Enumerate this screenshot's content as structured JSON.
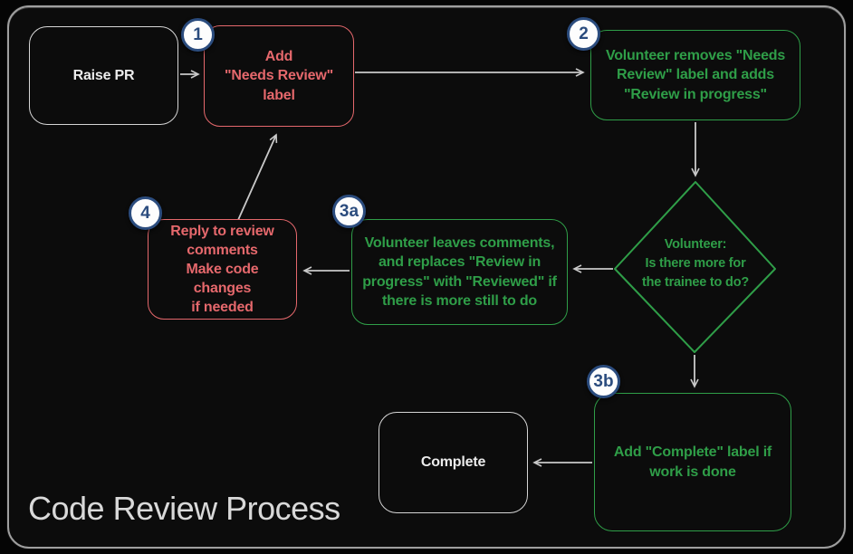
{
  "title": "Code Review Process",
  "colors": {
    "red": "#e5686c",
    "green": "#2f9e48",
    "badge_blue": "#2b4c7e",
    "arrow": "#c9c9c9"
  },
  "nodes": {
    "raise_pr": {
      "label": "Raise PR"
    },
    "add_needs_review": {
      "badge": "1",
      "label": "Add\n\"Needs Review\"\nlabel"
    },
    "volunteer_removes": {
      "badge": "2",
      "label": "Volunteer removes \"Needs\nReview\" label and adds\n\"Review in progress\""
    },
    "decision": {
      "label": "Volunteer:\nIs there more for\nthe trainee to do?"
    },
    "leave_comments": {
      "badge": "3a",
      "label": "Volunteer leaves comments,\nand replaces \"Review in\nprogress\" with \"Reviewed\" if\nthere is more still to do"
    },
    "reply_comments": {
      "badge": "4",
      "label": "Reply to review\ncomments\nMake code changes\nif needed"
    },
    "add_complete": {
      "badge": "3b",
      "label": "Add \"Complete\" label if\nwork is done"
    },
    "complete": {
      "label": "Complete"
    }
  }
}
